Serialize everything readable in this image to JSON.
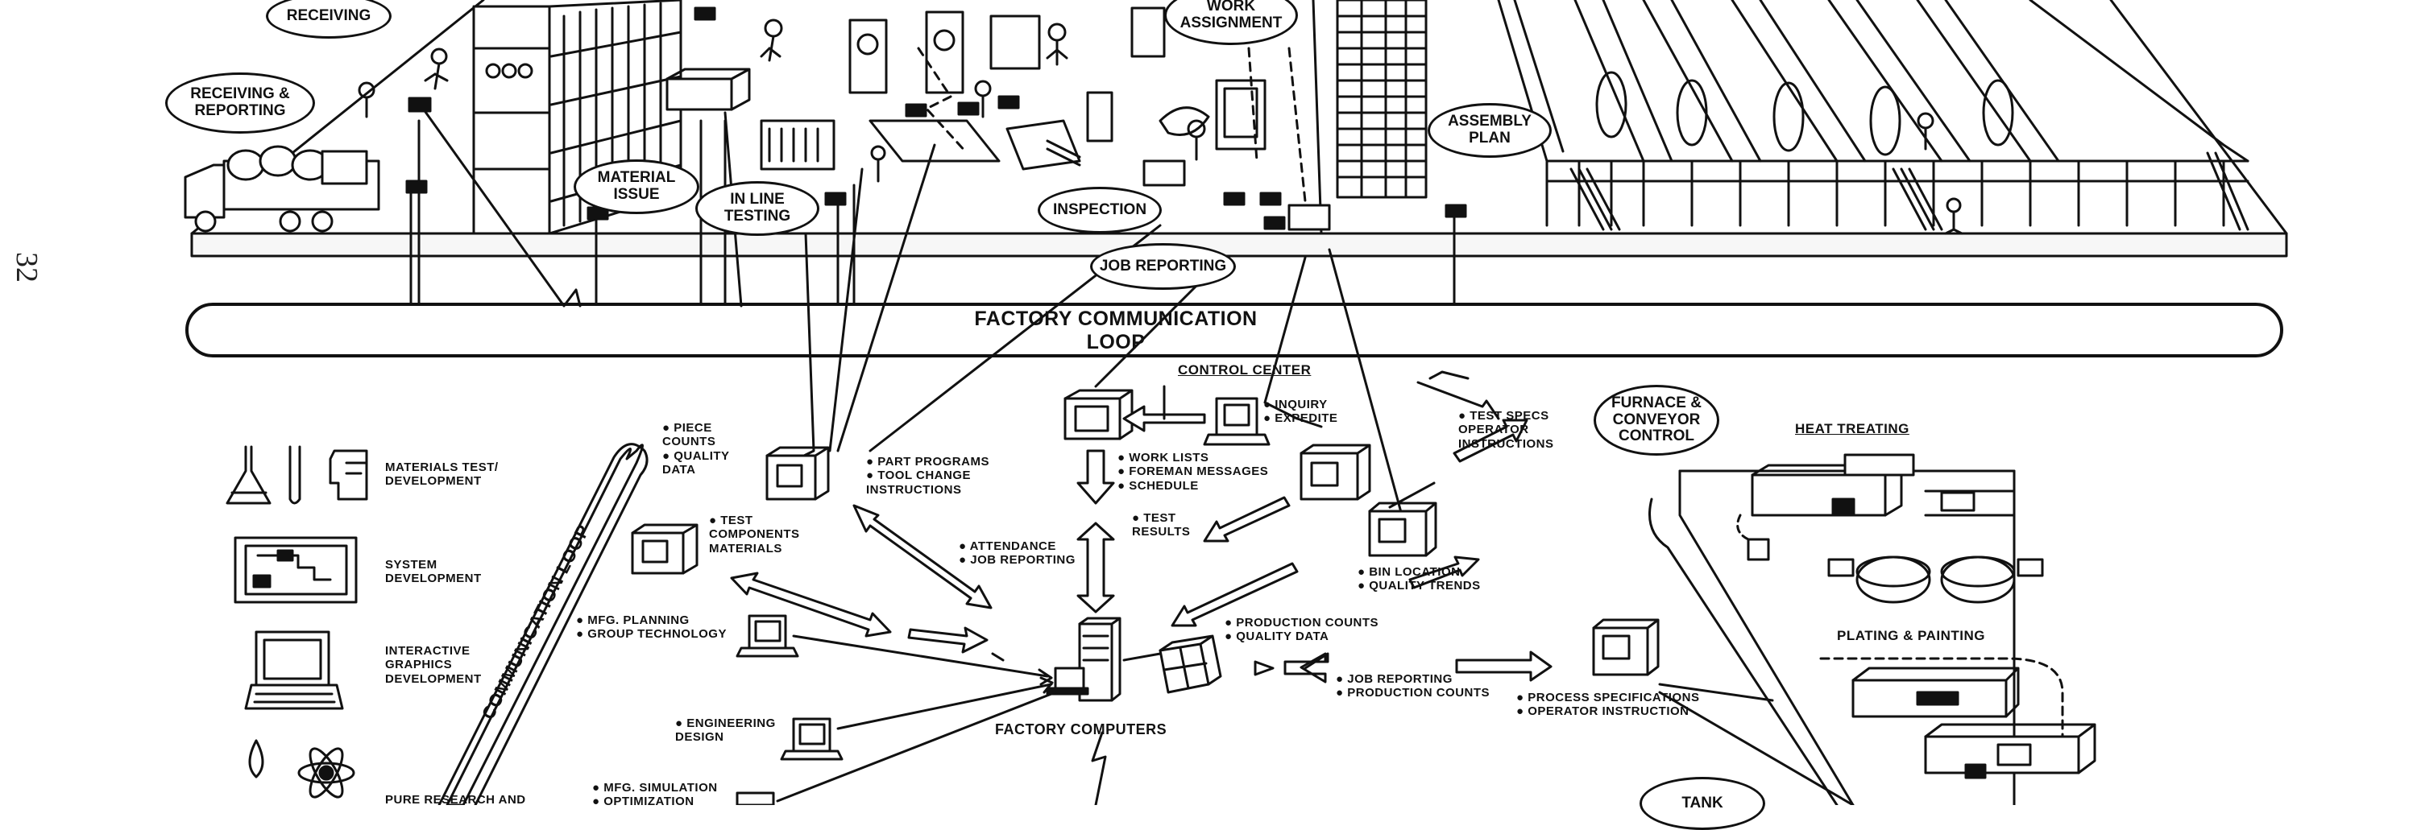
{
  "page_number": "32",
  "callouts": {
    "receiving": "RECEIVING",
    "receiving_reporting": "RECEIVING &\nREPORTING",
    "material_issue": "MATERIAL\nISSUE",
    "in_line_testing": "IN LINE\nTESTING",
    "inspection": "INSPECTION",
    "work_assignment": "WORK\nASSIGNMENT",
    "assembly_plan": "ASSEMBLY\nPLAN",
    "job_reporting": "JOB REPORTING",
    "furnace_conveyor_control": "FURNACE &\nCONVEYOR\nCONTROL",
    "tank": "TANK"
  },
  "loops": {
    "factory_loop": "FACTORY COMMUNICATION\nLOOP",
    "communication_loop": "COMMUNICATION LOOP"
  },
  "sections": {
    "control_center": "CONTROL CENTER",
    "heat_treating": "HEAT TREATING",
    "plating_painting": "PLATING & PAINTING",
    "factory_computers": "FACTORY COMPUTERS"
  },
  "left_legend": {
    "materials_test": "MATERIALS TEST/\nDEVELOPMENT",
    "system_development": "SYSTEM\nDEVELOPMENT",
    "interactive_graphics": "INTERACTIVE\nGRAPHICS\nDEVELOPMENT",
    "pure_research": "PURE RESEARCH AND"
  },
  "notes": {
    "piece_counts": "● PIECE\n   COUNTS\n● QUALITY\n   DATA",
    "part_programs": "● PART PROGRAMS\n● TOOL CHANGE\n   INSTRUCTIONS",
    "work_lists": "● WORK LISTS\n● FOREMAN MESSAGES\n● SCHEDULE",
    "inquiry_expedite": "● INQUIRY\n● EXPEDITE",
    "test_specs": "● TEST SPECS\n   OPERATOR\n   INSTRUCTIONS",
    "test_components": "● TEST\n   COMPONENTS\n   MATERIALS",
    "attendance": "● ATTENDANCE\n● JOB REPORTING",
    "test_results": "● TEST\n   RESULTS",
    "bin_location": "● BIN LOCATION\n● QUALITY TRENDS",
    "mfg_planning": "● MFG. PLANNING\n● GROUP TECHNOLOGY",
    "production_counts": "● PRODUCTION COUNTS\n● QUALITY DATA",
    "job_reporting_counts": "● JOB REPORTING\n● PRODUCTION COUNTS",
    "process_specs": "● PROCESS SPECIFICATIONS\n● OPERATOR INSTRUCTION",
    "engineering_design": "● ENGINEERING\n   DESIGN",
    "mfg_simulation": "● MFG. SIMULATION\n● OPTIMIZATION"
  }
}
